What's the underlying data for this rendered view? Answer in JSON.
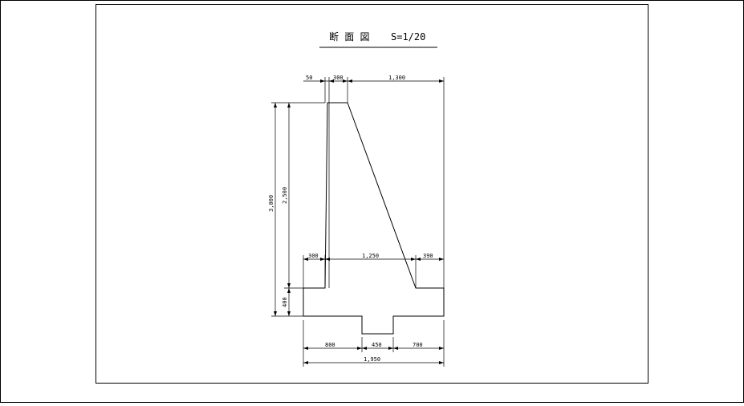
{
  "drawing": {
    "title": "断 面 図",
    "scale": "S=1/20",
    "top_dims": {
      "d50": "50",
      "d300": "300",
      "d1300": "1,300"
    },
    "mid_dims": {
      "d300": "300",
      "d1250": "1,250",
      "d390": "390"
    },
    "base_dims": {
      "d800": "800",
      "d450": "450",
      "d700": "700"
    },
    "total_width": "1,950",
    "heights": {
      "total": "3,000",
      "stem": "2,500",
      "footing": "400"
    }
  }
}
